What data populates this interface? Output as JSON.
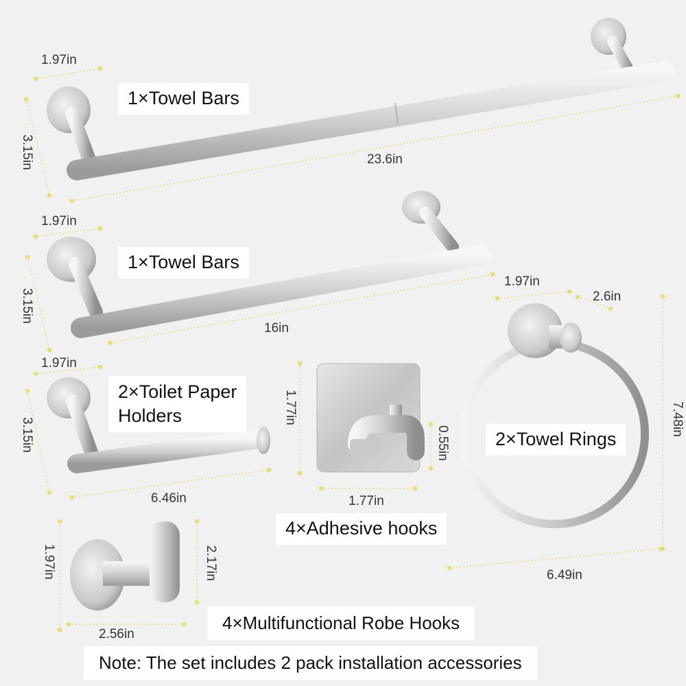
{
  "labels": {
    "towel_bar_large": "1×Towel Bars",
    "towel_bar_small": "1×Towel Bars",
    "toilet_paper_line1": "2×Toilet Paper",
    "toilet_paper_line2": "Holders",
    "adhesive_hooks": "4×Adhesive hooks",
    "towel_rings": "2×Towel Rings",
    "robe_hooks": "4×Multifunctional Robe Hooks",
    "note": "Note: The set includes 2 pack installation accessories"
  },
  "dimensions": {
    "bar1_base_width": "1.97in",
    "bar1_height": "3.15in",
    "bar1_length": "23.6in",
    "bar2_base_width": "1.97in",
    "bar2_height": "3.15in",
    "bar2_length": "16in",
    "tp_base_width": "1.97in",
    "tp_height": "3.15in",
    "tp_length": "6.46in",
    "adhesive_height": "1.77in",
    "adhesive_width": "1.77in",
    "adhesive_hook_depth": "0.55in",
    "ring_base_width": "1.97in",
    "ring_depth": "2.6in",
    "ring_height": "7.48in",
    "ring_width": "6.49in",
    "robe_height": "1.97in",
    "robe_hook_height": "2.17in",
    "robe_width": "2.56in"
  },
  "colors": {
    "background": "#f1f1f1",
    "steel_light": "#e4e4e4",
    "steel_dark": "#9a9a9a",
    "dimension_line": "#e3e07a"
  }
}
